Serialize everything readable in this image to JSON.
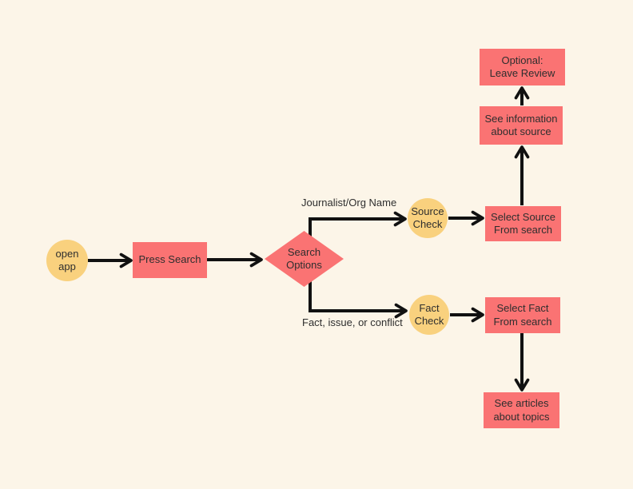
{
  "canvas": {
    "background": "#FCF5E8"
  },
  "palette": {
    "node_red": "#FA7373",
    "node_yellow": "#F9D17E",
    "connector": "#111111",
    "text": "#2E2E2E"
  },
  "nodes": {
    "open_app": {
      "label": "open\napp",
      "shape": "circle"
    },
    "press_search": {
      "label": "Press Search",
      "shape": "rect"
    },
    "search_options": {
      "label": "Search\nOptions",
      "shape": "diamond"
    },
    "source_check": {
      "label": "Source\nCheck",
      "shape": "circle"
    },
    "select_source": {
      "label": "Select Source\nFrom search",
      "shape": "rect"
    },
    "see_information": {
      "label": "See information\nabout source",
      "shape": "rect"
    },
    "optional_review": {
      "label": "Optional:\nLeave Review",
      "shape": "rect"
    },
    "fact_check": {
      "label": "Fact\nCheck",
      "shape": "circle"
    },
    "select_fact": {
      "label": "Select Fact\nFrom search",
      "shape": "rect"
    },
    "see_articles": {
      "label": "See articles\nabout topics",
      "shape": "rect"
    }
  },
  "edge_labels": {
    "source_branch": "Journalist/Org Name",
    "fact_branch": "Fact, issue, or conflict"
  }
}
